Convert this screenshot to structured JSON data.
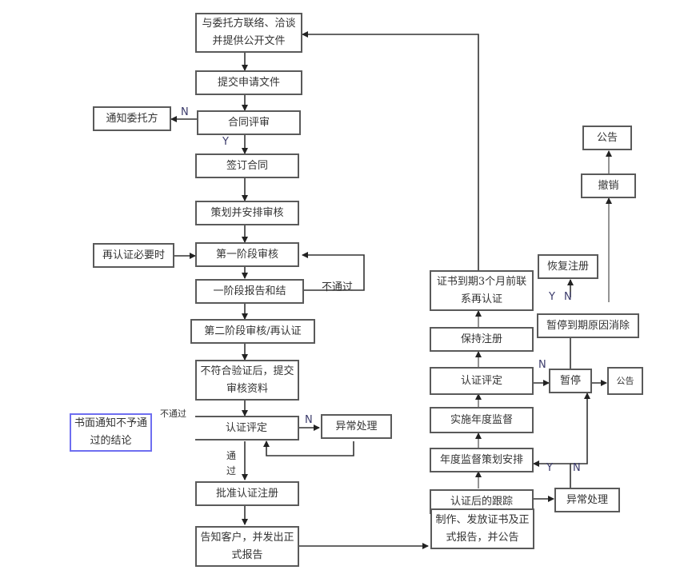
{
  "nodes": {
    "contact": "与委托方联络、洽谈并提供公开文件",
    "submit": "提交申请文件",
    "notify_client": "通知委托方",
    "contract_review": "合同评审",
    "sign_contract": "签订合同",
    "plan_audit": "策划并安排审核",
    "recert_needed": "再认证必要时",
    "stage1_audit": "第一阶段审核",
    "stage1_report": "一阶段报告和结",
    "stage2_audit": "第二阶段审核/再认证",
    "submit_materials": "不符合验证后，提交审核资料",
    "written_notice": "书面通知不予通过的结论",
    "cert_decision": "认证评定",
    "exception_left": "异常处理",
    "approve_register": "批准认证注册",
    "inform_client": "告知客户，并发出正式报告",
    "issue_cert": "制作、发放证书及正式报告，并公告",
    "post_cert_tracking": "认证后的跟踪",
    "exception_right": "异常处理",
    "annual_plan": "年度监督策划安排",
    "annual_surveillance": "实施年度监督",
    "cert_decision_right": "认证评定",
    "maintain_register": "保持注册",
    "expiry_recert": "证书到期3个月前联系再认证",
    "suspend": "暂停",
    "announce_suspend": "公告",
    "suspension_cleared": "暂停到期原因消除",
    "restore_register": "恢复注册",
    "revoke": "撤销",
    "announce_revoke": "公告"
  },
  "labels": {
    "n_contract": "N",
    "y_contract": "Y",
    "fail_stage1": "不通过",
    "fail_decision": "不通过",
    "n_decision": "N",
    "pass_1": "通",
    "pass_2": "过",
    "n_right_decision": "N",
    "y_restore": "Y",
    "n_restore": "N",
    "y_exception": "Y",
    "n_exception": "N"
  }
}
